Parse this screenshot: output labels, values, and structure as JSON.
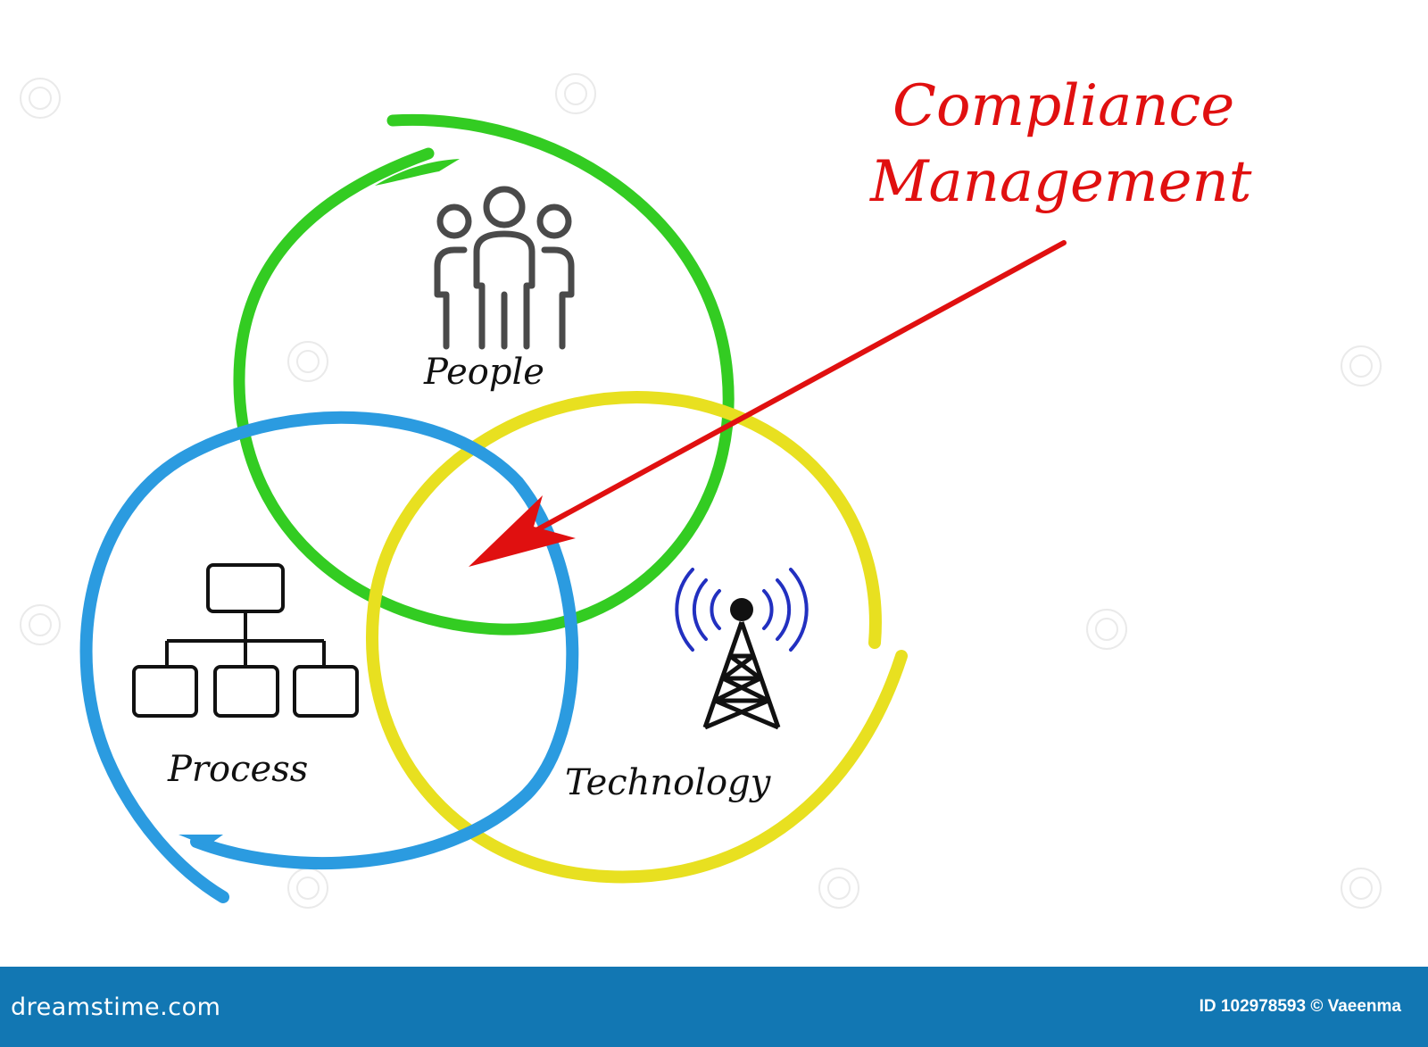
{
  "title": {
    "line1": "Compliance",
    "line2": "Management",
    "color": "#e01010"
  },
  "circles": [
    {
      "label": "People",
      "color": "#33cc22",
      "icon": "people-icon"
    },
    {
      "label": "Process",
      "color": "#2b9be0",
      "icon": "org-chart-icon"
    },
    {
      "label": "Technology",
      "color": "#e8e020",
      "icon": "radio-tower-icon"
    }
  ],
  "arrow": {
    "color": "#e01010"
  },
  "footer": {
    "brand": "dreamstime.com",
    "credit": "ID 102978593 © Vaeenma",
    "background": "#1277b3"
  }
}
